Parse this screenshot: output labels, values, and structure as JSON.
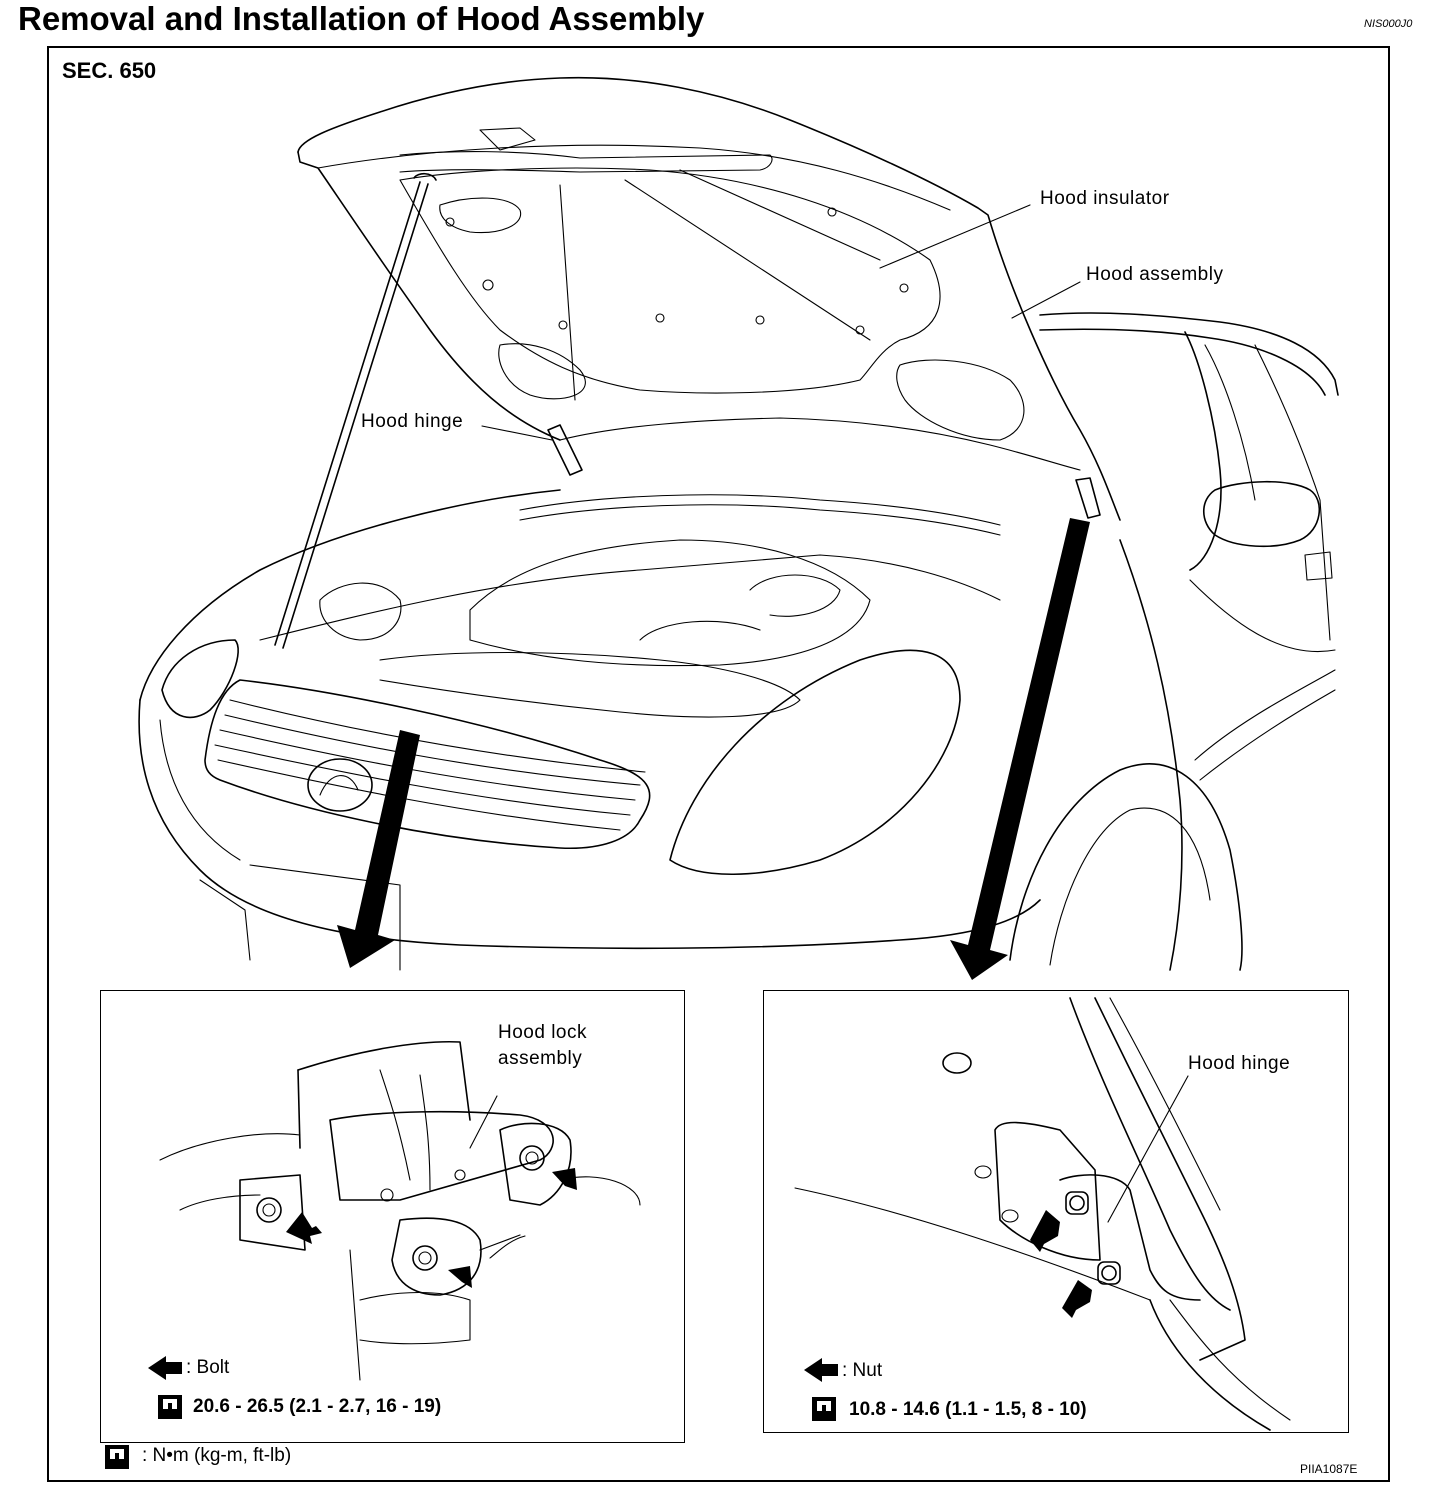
{
  "header": {
    "title": "Removal and Installation of Hood Assembly",
    "doc_code": "NIS000J0"
  },
  "figure": {
    "section": "SEC. 650",
    "labels": {
      "hood_insulator": "Hood insulator",
      "hood_assembly": "Hood assembly",
      "hood_hinge": "Hood hinge"
    },
    "detail_left": {
      "label_line1": "Hood lock",
      "label_line2": "assembly",
      "fastener_legend": ": Bolt",
      "torque_spec": "20.6 - 26.5 (2.1 - 2.7, 16 - 19)"
    },
    "detail_right": {
      "label": "Hood hinge",
      "fastener_legend": ": Nut",
      "torque_spec": "10.8 - 14.6 (1.1 - 1.5, 8 - 10)"
    },
    "torque_units_legend": ":  N•m  (kg-m,  ft-lb)",
    "figure_code": "PIIA1087E"
  }
}
